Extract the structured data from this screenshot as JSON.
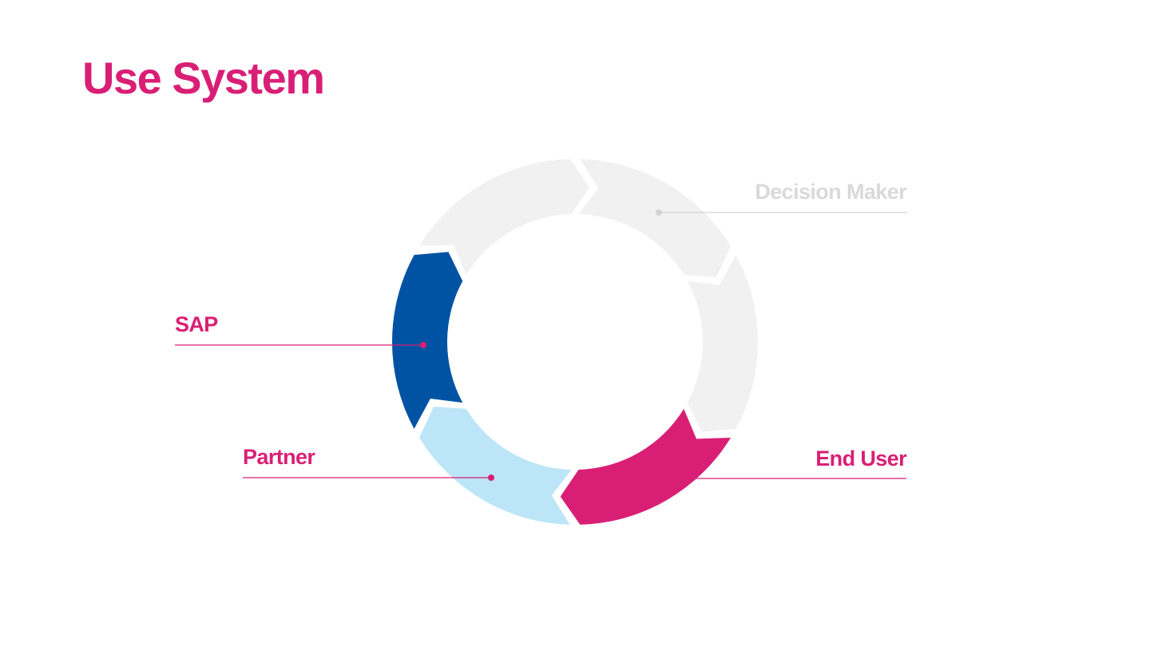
{
  "title": "Use System",
  "colors": {
    "accent": "#d91f75",
    "sap": "#0053a3",
    "partner": "#bce6f8",
    "inactive": "#f1f1f1",
    "inactive_text": "#d9d9d9",
    "inactive_line": "#d4d4d4",
    "background": "#ffffff"
  },
  "cycle": {
    "segments": [
      {
        "id": "decision-maker-1",
        "label": "Decision Maker",
        "active": false,
        "color": "inactive"
      },
      {
        "id": "decision-maker-2",
        "label": "",
        "active": false,
        "color": "inactive"
      },
      {
        "id": "end-user",
        "label": "End User",
        "active": true,
        "color": "accent"
      },
      {
        "id": "partner",
        "label": "Partner",
        "active": true,
        "color": "partner"
      },
      {
        "id": "sap",
        "label": "SAP",
        "active": true,
        "color": "sap"
      },
      {
        "id": "decision-maker-3",
        "label": "",
        "active": false,
        "color": "inactive"
      }
    ]
  },
  "labels": {
    "sap": "SAP",
    "partner": "Partner",
    "end_user": "End User",
    "decision_maker": "Decision Maker"
  }
}
